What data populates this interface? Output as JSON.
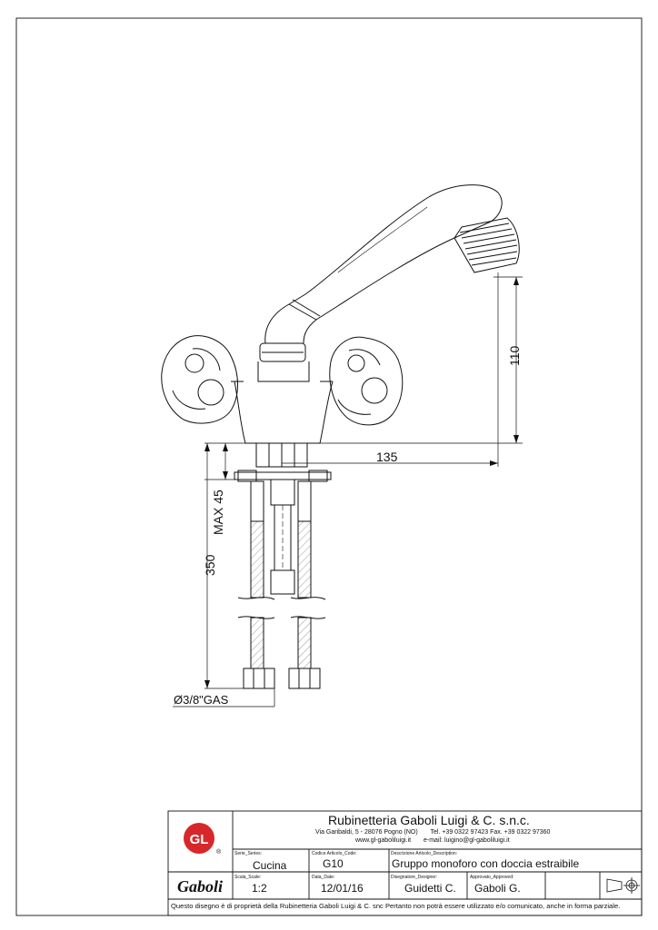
{
  "dimensions": {
    "height_total": "110",
    "width_total": "135",
    "max_deck": "MAX 45",
    "hose_length": "350",
    "connection": "Ø3/8\"GAS"
  },
  "title_block": {
    "company": "Rubinetteria Gaboli Luigi & C. s.n.c.",
    "address": "Via Garibaldi, 5 - 28076 Pogno (NO)",
    "phone_fax": "Tel. +39 0322 97423 Fax. +39 0322 97360",
    "website": "www.gl-gaboliluigi.it",
    "email": "e-mail: luigino@gl-gaboliluigi.it",
    "logo_text": "GL",
    "brand_text": "Gaboli",
    "registered_mark": "®",
    "series_label": "Serie_Series:",
    "series_value": "Cucina",
    "code_label": "Codice Articolo_Code:",
    "code_value": "G10",
    "description_label": "Descrizione Articolo_Description:",
    "description_value": "Gruppo monoforo con doccia estraibile",
    "scale_label": "Scala_Scale:",
    "scale_value": "1:2",
    "date_label": "Data_Date:",
    "date_value": "12/01/16",
    "designer_label": "Disegnatore_Designer:",
    "designer_value": "Guidetti C.",
    "approved_label": "Approvato_Approved:",
    "approved_value": "Gaboli G.",
    "disclaimer": "Questo disegno è di proprietà della Rubinetteria Gaboli Luigi & C. snc Pertanto non potrà essere utilizzato e/o comunicato, anche in forma parziale."
  },
  "colors": {
    "logo_red": "#d8272b",
    "line": "#111111"
  }
}
